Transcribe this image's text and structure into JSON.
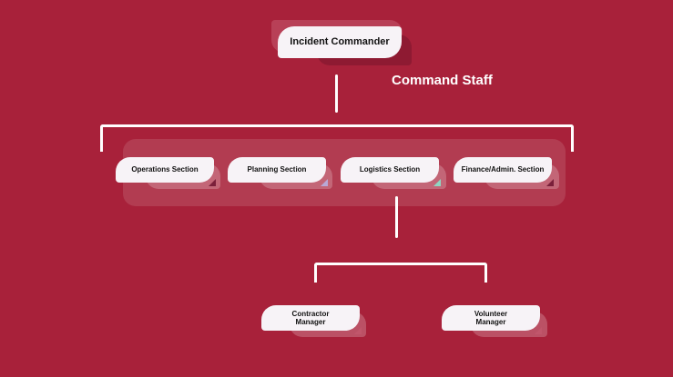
{
  "commander": {
    "label": "Incident Commander"
  },
  "command_staff": {
    "label": "Command Staff"
  },
  "sections": [
    {
      "label": "Operations Section"
    },
    {
      "label": "Planning Section"
    },
    {
      "label": "Logistics Section"
    },
    {
      "label": "Finance/Admin. Section"
    }
  ],
  "managers": [
    {
      "label_line1": "Contractor",
      "label_line2": "Manager"
    },
    {
      "label_line1": "Volunteer",
      "label_line2": "Manager"
    }
  ],
  "colors": {
    "background": "#a8213a",
    "node": "#f7f3f7",
    "shadow": "#c1566b",
    "accent_operations": "#7a1f3a",
    "accent_planning": "#b9a8d6",
    "accent_logistics": "#8fd6c2",
    "accent_finance": "#7a1f3a"
  }
}
